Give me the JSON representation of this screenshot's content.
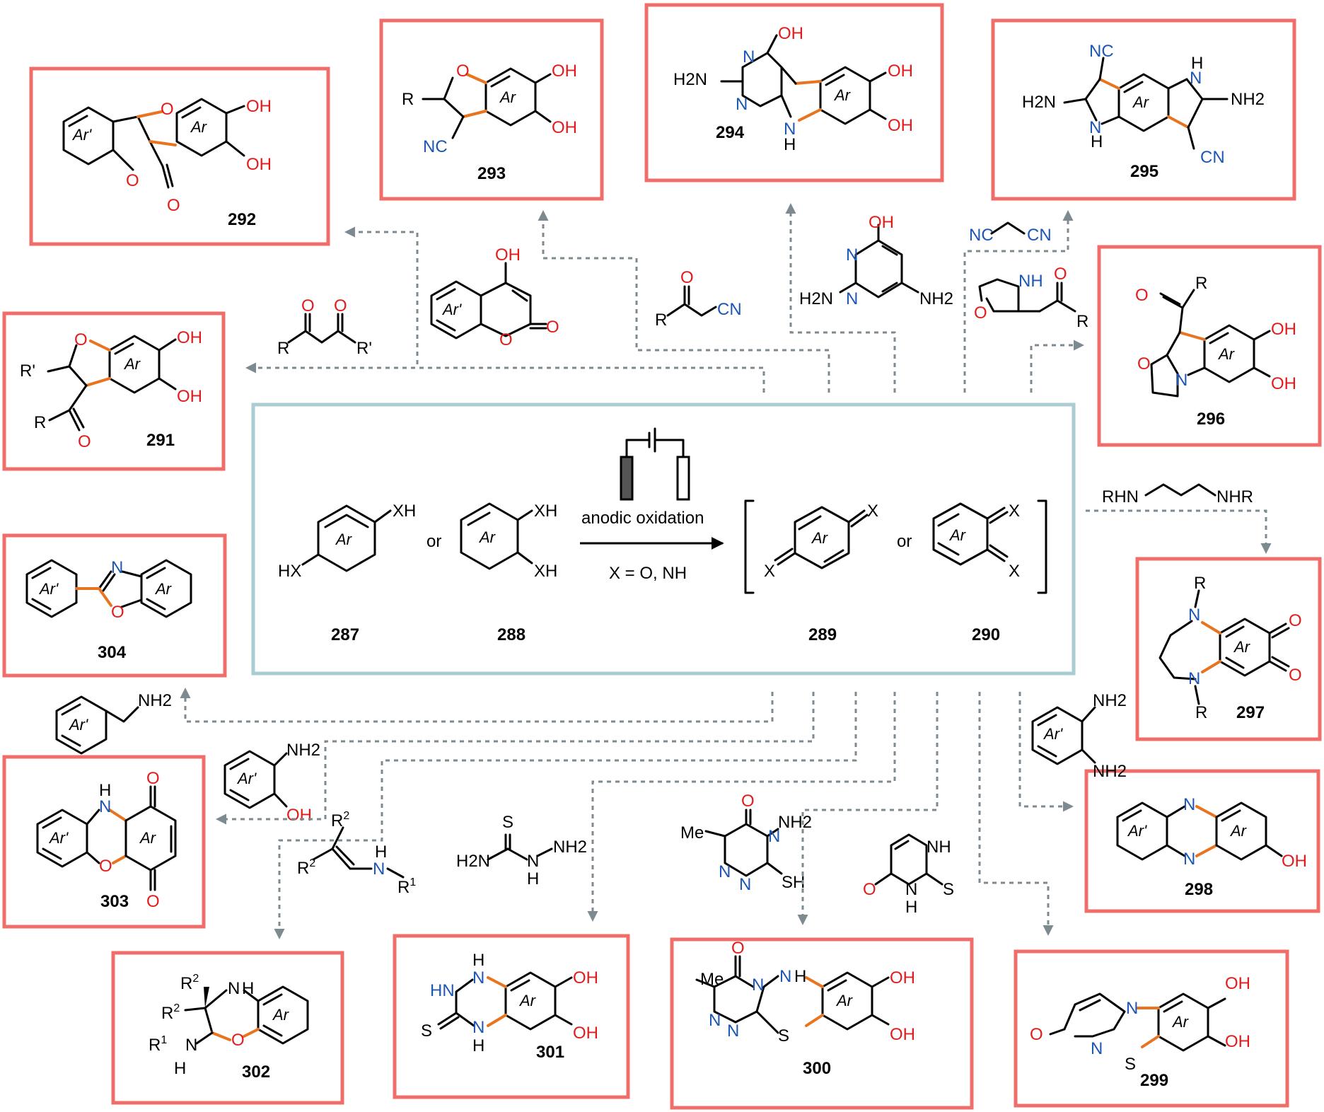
{
  "colors": {
    "product_box": "#f06e6a",
    "center_box": "#a9cdd2",
    "arrow": "#7d8a8f",
    "oxygen": "#e41b1b",
    "nitrogen": "#1c57b5",
    "new_bond": "#e8741f"
  },
  "center": {
    "reagent_label": "anodic oxidation",
    "condition": "X = O, NH",
    "or_left": "or",
    "or_right": "or",
    "compounds": {
      "c287": {
        "number": "287",
        "hx": "HX",
        "xh": "XH",
        "ar": "Ar"
      },
      "c288": {
        "number": "288",
        "xh1": "XH",
        "xh2": "XH",
        "ar": "Ar"
      },
      "c289": {
        "number": "289",
        "x1": "X",
        "x2": "X",
        "ar": "Ar"
      },
      "c290": {
        "number": "290",
        "x1": "X",
        "x2": "X",
        "ar": "Ar"
      }
    }
  },
  "products": {
    "p291": {
      "number": "291",
      "r": "R",
      "r_prime": "R'",
      "o_ring": "O",
      "o_ketone": "O",
      "oh1": "OH",
      "oh2": "OH",
      "ar": "Ar"
    },
    "p292": {
      "number": "292",
      "o1": "O",
      "o2": "O",
      "o3": "O",
      "oh1": "OH",
      "oh2": "OH",
      "ar": "Ar",
      "ar_prime": "Ar'"
    },
    "p293": {
      "number": "293",
      "r": "R",
      "o": "O",
      "nc": "NC",
      "oh1": "OH",
      "oh2": "OH",
      "ar": "Ar"
    },
    "p294": {
      "number": "294",
      "oh_top": "OH",
      "h2n": "H2N",
      "n1": "N",
      "n2": "N",
      "nh": "N",
      "h": "H",
      "oh1": "OH",
      "oh2": "OH",
      "ar": "Ar"
    },
    "p295": {
      "number": "295",
      "nc": "NC",
      "cn": "CN",
      "h2n": "H2N",
      "nh2": "NH2",
      "n1": "N",
      "n2": "N",
      "h1": "H",
      "h2": "H",
      "ar": "Ar"
    },
    "p296": {
      "number": "296",
      "r": "R",
      "o_ketone": "O",
      "o_ring": "O",
      "n": "N",
      "oh1": "OH",
      "oh2": "OH",
      "ar": "Ar"
    },
    "p297": {
      "number": "297",
      "r1": "R",
      "r2": "R",
      "n1": "N",
      "n2": "N",
      "o1": "O",
      "o2": "O",
      "ar": "Ar"
    },
    "p298": {
      "number": "298",
      "n1": "N",
      "n2": "N",
      "oh": "OH",
      "ar": "Ar",
      "ar_prime": "Ar'"
    },
    "p299": {
      "number": "299",
      "o": "O",
      "n1": "N",
      "n2": "N",
      "s": "S",
      "oh1": "OH",
      "oh2": "OH",
      "ar": "Ar"
    },
    "p300": {
      "number": "300",
      "me": "Me",
      "o": "O",
      "n1": "N",
      "n2": "N",
      "n3": "N",
      "nh": "N",
      "h": "H",
      "s": "S",
      "oh1": "OH",
      "oh2": "OH",
      "ar": "Ar"
    },
    "p301": {
      "number": "301",
      "hn": "HN",
      "n1": "N",
      "n2": "N",
      "h1": "H",
      "h2": "H",
      "s": "S",
      "oh1": "OH",
      "oh2": "OH",
      "ar": "Ar"
    },
    "p302": {
      "number": "302",
      "r2a": "R",
      "r2b": "R",
      "sup2a": "2",
      "sup2b": "2",
      "r1": "R",
      "sup1": "1",
      "n_ring": "N",
      "h_ring": "H",
      "n_side": "N",
      "h_side": "H",
      "o": "O",
      "ar": "Ar"
    },
    "p303": {
      "number": "303",
      "n": "N",
      "h": "H",
      "o_ring": "O",
      "o1": "O",
      "o2": "O",
      "ar": "Ar",
      "ar_prime": "Ar'"
    },
    "p304": {
      "number": "304",
      "n": "N",
      "o": "O",
      "ar": "Ar",
      "ar_prime": "Ar'"
    }
  },
  "reagents": {
    "diketone": {
      "o1": "O",
      "o2": "O",
      "r": "R",
      "r_prime": "R'"
    },
    "hydroxycoumarin": {
      "oh": "OH",
      "o1": "O",
      "o2": "O",
      "ar_prime": "Ar'"
    },
    "ketonitrile": {
      "o": "O",
      "r": "R",
      "cn": "CN"
    },
    "aminopyrimidine": {
      "oh": "OH",
      "n1": "N",
      "n2": "N",
      "h2n": "H2N",
      "nh2": "NH2"
    },
    "malononitrile": {
      "nc": "NC",
      "cn": "CN"
    },
    "oxazolidine": {
      "nh": "NH",
      "o_ring": "O",
      "o_ketone": "O",
      "r": "R"
    },
    "diamine": {
      "rhn": "RHN",
      "nhr": "NHR"
    },
    "phenylenediamine": {
      "nh2a": "NH2",
      "nh2b": "NH2",
      "ar_prime": "Ar'"
    },
    "pyrimidinethione": {
      "nh1": "NH",
      "nh2": "N",
      "h": "H",
      "o": "O",
      "s": "S"
    },
    "triazine": {
      "me": "Me",
      "o": "O",
      "n1": "N",
      "n2": "N",
      "n3": "N",
      "nh2": "NH2",
      "sh": "SH"
    },
    "thiosemicarbazide": {
      "s": "S",
      "h2n": "H2N",
      "n": "N",
      "h": "H",
      "nh2": "NH2"
    },
    "enamine": {
      "r2a": "R",
      "r2b": "R",
      "sup2a": "2",
      "sup2b": "2",
      "n": "N",
      "h": "H",
      "r1": "R",
      "sup1": "1"
    },
    "aminophenol": {
      "nh2": "NH2",
      "oh": "OH",
      "ar_prime": "Ar'"
    },
    "benzylamine": {
      "nh2": "NH2",
      "ar_prime": "Ar'"
    }
  }
}
